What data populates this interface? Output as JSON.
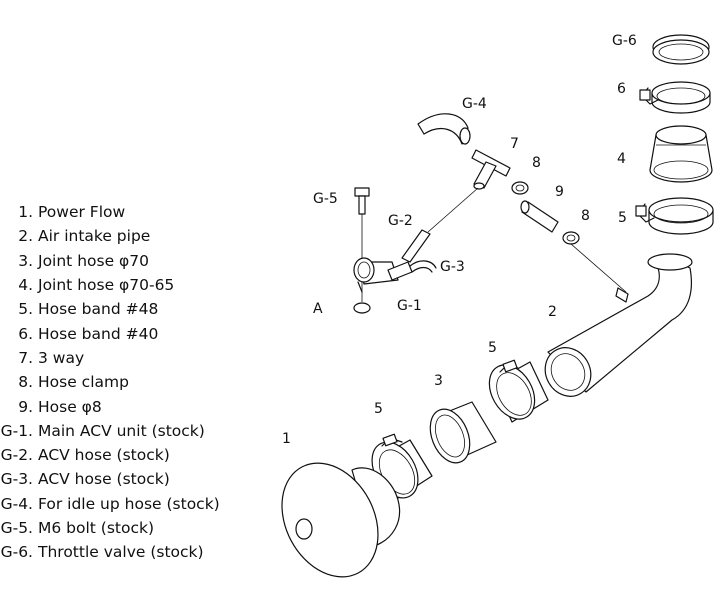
{
  "parts_list": [
    {
      "num": "1.",
      "name": "Power Flow"
    },
    {
      "num": "2.",
      "name": "Air intake pipe"
    },
    {
      "num": "3.",
      "name": "Joint hose  φ70"
    },
    {
      "num": "4.",
      "name": "Joint hose  φ70-65"
    },
    {
      "num": "5.",
      "name": "Hose band  #48"
    },
    {
      "num": "6.",
      "name": "Hose band  #40"
    },
    {
      "num": "7.",
      "name": "3 way"
    },
    {
      "num": "8.",
      "name": "Hose clamp"
    },
    {
      "num": "9.",
      "name": "Hose  φ8"
    },
    {
      "num": "G-1.",
      "name": "Main ACV unit (stock)"
    },
    {
      "num": "G-2.",
      "name": "ACV hose (stock)"
    },
    {
      "num": "G-3.",
      "name": "ACV hose (stock)"
    },
    {
      "num": "G-4.",
      "name": "For idle up hose (stock)"
    },
    {
      "num": "G-5.",
      "name": "M6 bolt (stock)"
    },
    {
      "num": "G-6.",
      "name": "Throttle valve (stock)"
    }
  ],
  "callouts": {
    "g6": "G-6",
    "c6": "6",
    "c4": "4",
    "c5_right": "5",
    "g4": "G-4",
    "c7": "7",
    "c8_top": "8",
    "c9": "9",
    "c8_low": "8",
    "g5": "G-5",
    "g2": "G-2",
    "g3": "G-3",
    "g1": "G-1",
    "a": "A",
    "c2": "2",
    "c5_mid": "5",
    "c3": "3",
    "c5_low": "5",
    "c1": "1"
  }
}
